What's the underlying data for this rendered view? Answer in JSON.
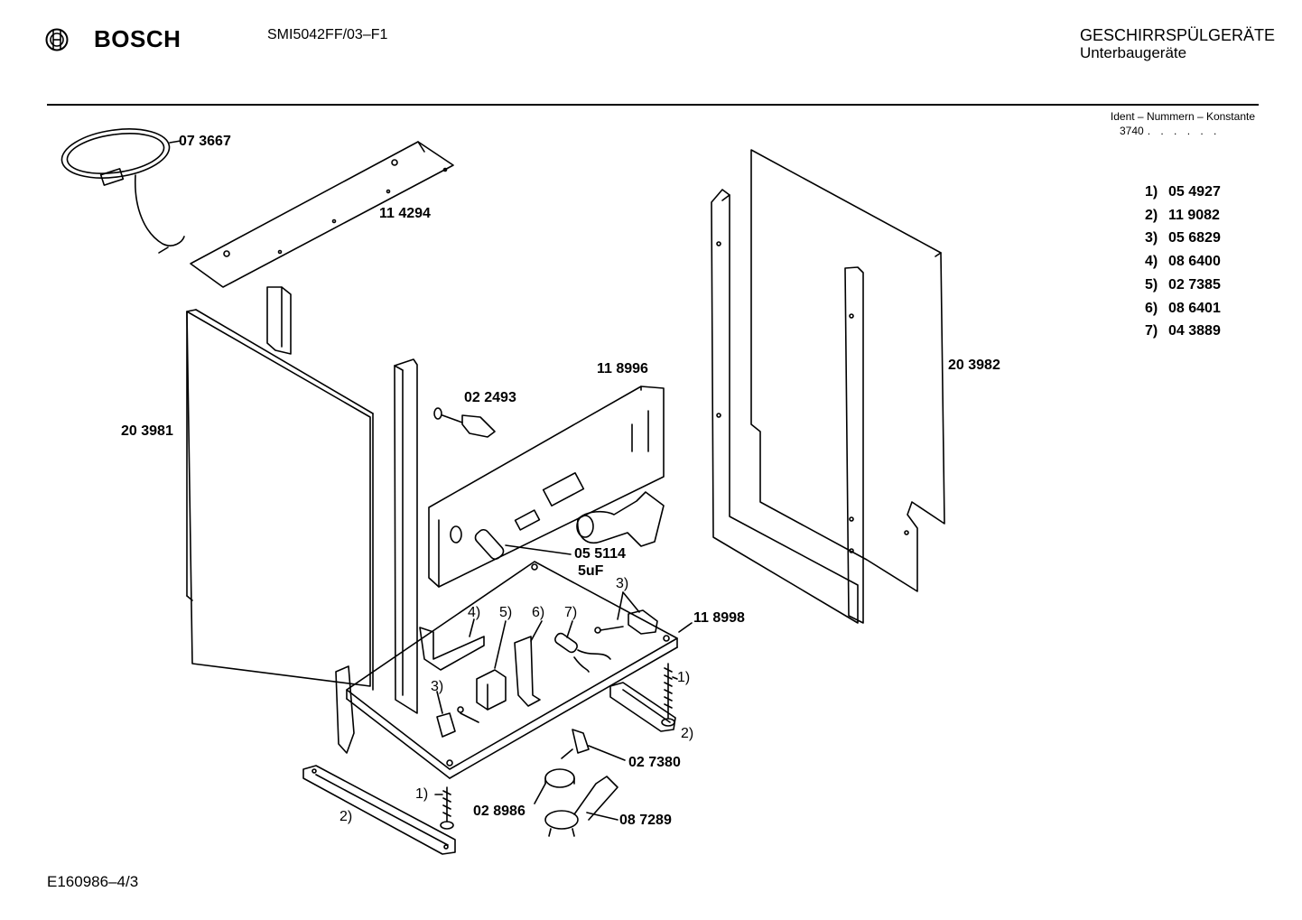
{
  "header": {
    "brand": "BOSCH",
    "model": "SMI5042FF/03–F1",
    "category": "GESCHIRRSPÜLGERÄTE",
    "subcategory": "Unterbaugeräte"
  },
  "ident": {
    "label": "Ident – Nummern – Konstante",
    "code": "3740",
    "dots": ". .  . . . ."
  },
  "legend": [
    {
      "key": "1)",
      "value": "05 4927"
    },
    {
      "key": "2)",
      "value": "11 9082"
    },
    {
      "key": "3)",
      "value": "05 6829"
    },
    {
      "key": "4)",
      "value": "08 6400"
    },
    {
      "key": "5)",
      "value": "02 7385"
    },
    {
      "key": "6)",
      "value": "08 6401"
    },
    {
      "key": "7)",
      "value": "04 3889"
    }
  ],
  "parts": {
    "p073667": "07 3667",
    "p114294": "11 4294",
    "p203981": "20 3981",
    "p022493": "02 2493",
    "p118996": "11 8996",
    "p203982": "20 3982",
    "p055114": "05 5114",
    "p5uf": "5uF",
    "p118998": "11 8998",
    "p027380": "02 7380",
    "p028986": "02 8986",
    "p087289": "08 7289"
  },
  "callouts": {
    "c1a": "1)",
    "c1b": "1)",
    "c2a": "2)",
    "c2b": "2)",
    "c3a": "3)",
    "c3b": "3)",
    "c4": "4)",
    "c5": "5)",
    "c6": "6)",
    "c7": "7)"
  },
  "footer": {
    "code": "E160986–4/3"
  }
}
